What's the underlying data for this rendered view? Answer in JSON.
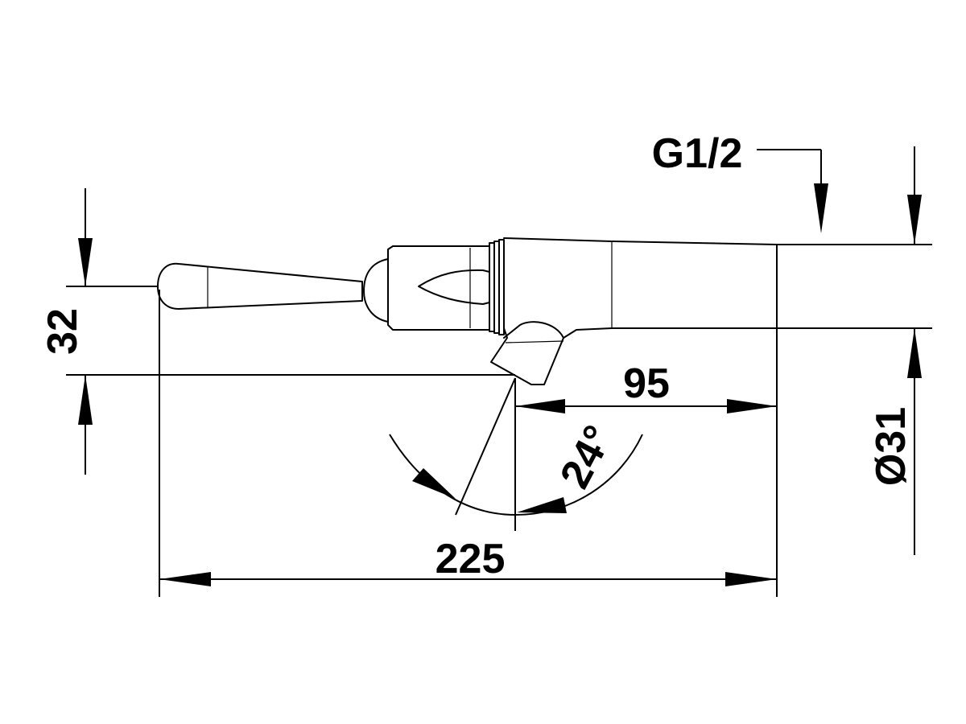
{
  "dimensions": {
    "thread": "G1/2",
    "height": "32",
    "diameter": "Ø31",
    "spout_length": "95",
    "total_length": "225",
    "angle": "24°"
  },
  "colors": {
    "line": "#000000",
    "background": "#ffffff"
  }
}
